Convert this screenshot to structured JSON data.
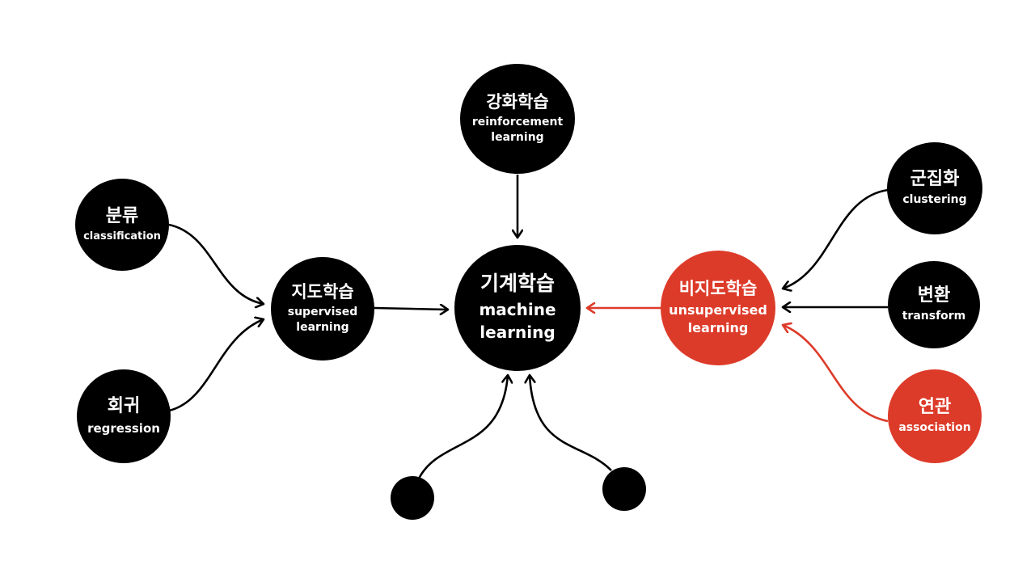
{
  "colors": {
    "node": "#000000",
    "highlight": "#dd3b2a",
    "text_on_node": "#ffffff",
    "background": "#ffffff"
  },
  "nodes": {
    "machine_learning": {
      "ko": "기계학습",
      "en": [
        "machine",
        "learning"
      ],
      "color": "#000000"
    },
    "reinforcement_learning": {
      "ko": "강화학습",
      "en": [
        "reinforcement",
        "learning"
      ],
      "color": "#000000"
    },
    "supervised_learning": {
      "ko": "지도학습",
      "en": [
        "supervised",
        "learning"
      ],
      "color": "#000000"
    },
    "unsupervised_learning": {
      "ko": "비지도학습",
      "en": [
        "unsupervised",
        "learning"
      ],
      "color": "#dd3b2a"
    },
    "classification": {
      "ko": "분류",
      "en": [
        "classification"
      ],
      "color": "#000000"
    },
    "regression": {
      "ko": "회귀",
      "en": [
        "regression"
      ],
      "color": "#000000"
    },
    "clustering": {
      "ko": "군집화",
      "en": [
        "clustering"
      ],
      "color": "#000000"
    },
    "transform": {
      "ko": "변환",
      "en": [
        "transform"
      ],
      "color": "#000000"
    },
    "association": {
      "ko": "연관",
      "en": [
        "association"
      ],
      "color": "#dd3b2a"
    }
  },
  "edges": [
    {
      "from": "reinforcement_learning",
      "to": "machine_learning",
      "color": "#000000"
    },
    {
      "from": "supervised_learning",
      "to": "machine_learning",
      "color": "#000000"
    },
    {
      "from": "unsupervised_learning",
      "to": "machine_learning",
      "color": "#dd3b2a"
    },
    {
      "from": "classification",
      "to": "supervised_learning",
      "color": "#000000"
    },
    {
      "from": "regression",
      "to": "supervised_learning",
      "color": "#000000"
    },
    {
      "from": "clustering",
      "to": "unsupervised_learning",
      "color": "#000000"
    },
    {
      "from": "transform",
      "to": "unsupervised_learning",
      "color": "#000000"
    },
    {
      "from": "association",
      "to": "unsupervised_learning",
      "color": "#dd3b2a"
    },
    {
      "from": "unlabeled_dot_left",
      "to": "machine_learning",
      "color": "#000000"
    },
    {
      "from": "unlabeled_dot_right",
      "to": "machine_learning",
      "color": "#000000"
    }
  ]
}
